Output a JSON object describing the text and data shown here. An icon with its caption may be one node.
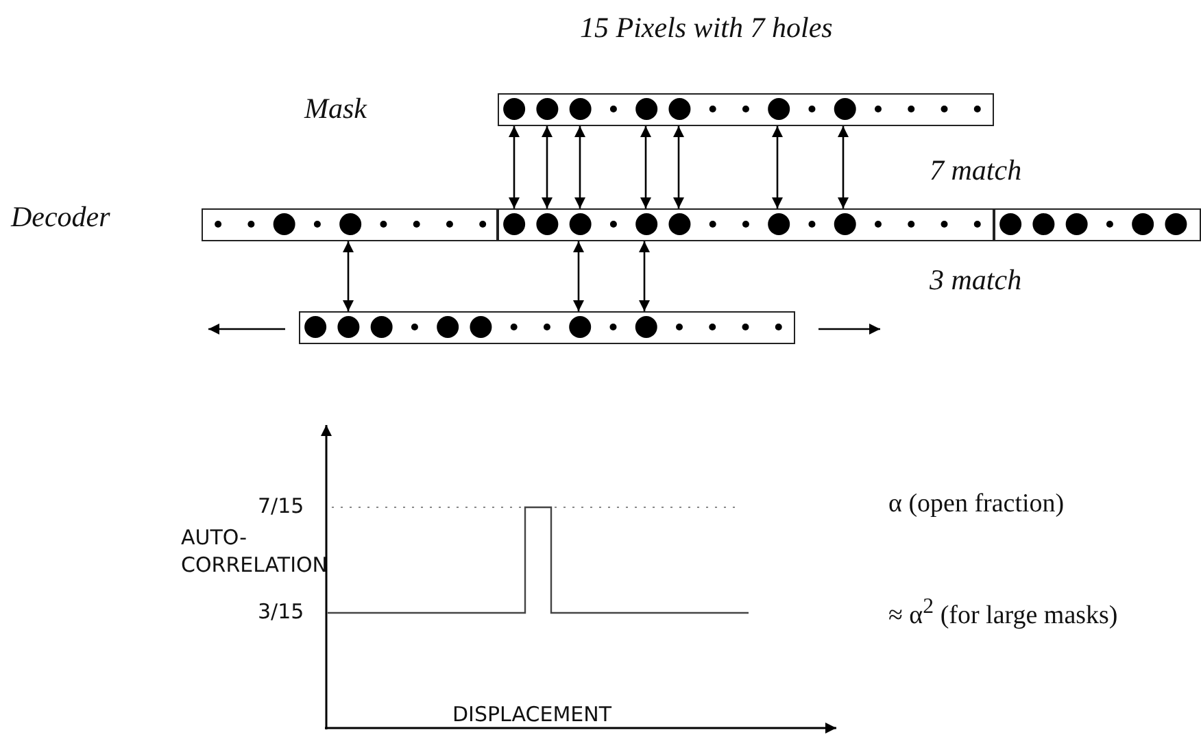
{
  "diagram": {
    "nodes": [
      {
        "text": [],
        "shape": "bar"
      },
      {
        "text": [],
        "shape": "bar"
      },
      {
        "text": [],
        "shape": "bar"
      },
      {
        "text": [],
        "shape": "bar"
      },
      {
        "text": [],
        "shape": "bar"
      }
    ],
    "edges": [
      {
        "from": 0,
        "to": 2,
        "arrow": "both"
      },
      {
        "from": 0,
        "to": 2,
        "arrow": "both"
      },
      {
        "from": 0,
        "to": 2,
        "arrow": "both"
      },
      {
        "from": 0,
        "to": 2,
        "arrow": "both"
      },
      {
        "from": 0,
        "to": 2,
        "arrow": "both"
      },
      {
        "from": 0,
        "to": 2,
        "arrow": "both"
      },
      {
        "from": 0,
        "to": 2,
        "arrow": "both"
      },
      {
        "from": 1,
        "to": 4,
        "arrow": "both"
      },
      {
        "from": 2,
        "to": 4,
        "arrow": "both"
      },
      {
        "from": 2,
        "to": 4,
        "arrow": "both"
      }
    ],
    "labels": [
      "15 Pixels with 7 holes",
      "Mask",
      "7 match",
      "Decoder",
      "3 match",
      "7/15",
      "α (open fraction)",
      "AUTO-CORRELATION",
      "3/15",
      "≈ α$^{2}$ (for large masks)",
      "DISPLACEMENT"
    ]
  }
}
